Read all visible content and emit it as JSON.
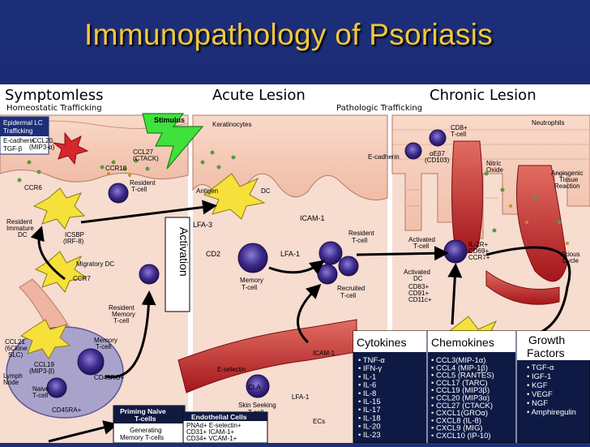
{
  "slide": {
    "title": "Immunopathology of Psoriasis"
  },
  "diagram": {
    "stages": {
      "symptomless": "Symptomless",
      "acute": "Acute Lesion",
      "chronic": "Chronic Lesion"
    },
    "subtitles": {
      "homeostatic": "Homeostatic Trafficking",
      "pathologic": "Pathologic Trafficking"
    },
    "stimulus": "Stimulus",
    "activation": "Activation",
    "labels": {
      "epidermal_lc_1": "Epidermal LC",
      "epidermal_lc_2": "Trafficking",
      "ecadherin_1": "E-cadherin",
      "ecadherin_2": "TGF-β",
      "ccl20_1": "CCL20",
      "ccl20_2": "(MIP3-α)",
      "ccr6": "CCR6",
      "ccl27_1": "CCL27",
      "ccl27_2": "(CTACK)",
      "ccr10": "CCR10",
      "resident_tcell_1": "Resident",
      "resident_tcell_2": "T-cell",
      "resident_immature_1": "Resident",
      "resident_immature_2": "Immature",
      "resident_immature_3": "DC",
      "icsbp_1": "ICSBP",
      "icsbp_2": "(IRF-8)",
      "migratory_dc": "Migratory DC",
      "ccr7": "CCR7",
      "resident_memory_1": "Resident",
      "resident_memory_2": "Memory",
      "resident_memory_3": "T-cell",
      "ccl21_1": "CCL21",
      "ccl21_2": "(6Ckine",
      "ccl21_3": "SLC)",
      "ccl19_1": "CCL19",
      "ccl19_2": "(MIP3-β)",
      "lymph_1": "Lymph",
      "lymph_2": "Node",
      "memory_tcell_1": "Memory",
      "memory_tcell_2": "T-cell",
      "cd45ro": "CD45RO+",
      "naive_1": "Naive",
      "naive_2": "T-cell",
      "cd45ra": "CD45RA+",
      "keratinocytes": "Keratinocytes",
      "antigen": "Antigen",
      "dc": "DC",
      "lfa3": "LFA-3",
      "cd2": "CD2",
      "icam1": "ICAM-1",
      "lfa1": "LFA-1",
      "memory_tcell_acute_1": "Memory",
      "memory_tcell_acute_2": "T-cell",
      "resident_acute_1": "Resident",
      "resident_acute_2": "T-cell",
      "recruited_1": "Recruited",
      "recruited_2": "T-cell",
      "eselectin": "E-selectin",
      "cla": "CLA",
      "icam1_vessel": "ICAM-1",
      "lfa1_vessel": "LFA-1",
      "skin_seeking_1": "Skin Seeking",
      "skin_seeking_2": "T-cell",
      "ecs": "ECs",
      "cd8_1": "CD8+",
      "cd8_2": "T-cell",
      "ecadherin_chronic": "E-cadherin",
      "ae_b7_1": "αEβ7",
      "ae_b7_2": "(CD103)",
      "nitric_1": "Nitric",
      "nitric_2": "Oxide",
      "neutrophils": "Neutrophils",
      "angio_1": "Angiogenic",
      "angio_2": "Tissue",
      "angio_3": "Reaction",
      "activated_tcell_1": "Activated",
      "activated_tcell_2": "T-cell",
      "il2r": "IL-2R+",
      "cd69": "CD69+",
      "ccr7_chronic": "CCR7+",
      "vicious_1": "Vicious",
      "vicious_2": "Cycle",
      "activated_dc_1": "Activated",
      "activated_dc_2": "DC",
      "cd83": "CD83+",
      "cd91": "CD91+",
      "cd11c": "CD11c+"
    },
    "priming": {
      "l1": "Priming Naive",
      "l2": "T-cells",
      "l3": "Generating",
      "l4": "Memory T-cells"
    },
    "endothelial": {
      "title": "Endothelial Cells",
      "r1": "PNAd+  E-selectin+",
      "r2": "CD31+  ICAM-1+",
      "r3": "CD34+  VCAM-1+"
    },
    "cytokines": {
      "title": "Cytokines",
      "items": [
        "TNF-α",
        "IFN-γ",
        "IL-1",
        "IL-6",
        "IL-8",
        "IL-15",
        "IL-17",
        "IL-18",
        "IL-20",
        "IL-23"
      ]
    },
    "chemokines": {
      "title": "Chemokines",
      "items": [
        "CCL3(MIP-1α)",
        "CCL4 (MIP-1β)",
        "CCL5 (RANTES)",
        "CCL17 (TARC)",
        "CCL19 (MIP3β)",
        "CCL20 (MIP3α)",
        "CCL27 (CTACK)",
        "CXCL1(GROα)",
        "CXCL8 (IL-8)",
        "CXCL9 (MIG)",
        "CXCL10 (IP-10)"
      ]
    },
    "growth_factors": {
      "title_1": "Growth",
      "title_2": "Factors",
      "items": [
        "TGF-α",
        "IGF-1",
        "KGF",
        "VEGF",
        "NGF",
        "Amphiregulin"
      ]
    },
    "colors": {
      "skin": "#f2c3b0",
      "dermis": "#f6dccf",
      "tcell": "#3d2a8a",
      "dc": "#f6e03a",
      "vessel": "#c0262c",
      "stimulus": "#3ee23a",
      "box": "#101a40"
    }
  }
}
